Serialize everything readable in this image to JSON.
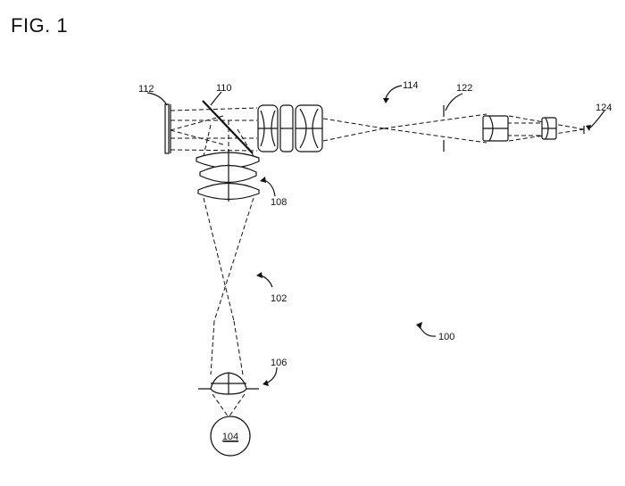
{
  "figure": {
    "title": "FIG. 1",
    "labels": {
      "system": "100",
      "imaging_path": "102",
      "object": "104",
      "lens_106": "106",
      "lens_108": "108",
      "beam_splitter": "110",
      "reflector": "112",
      "projection_path": "114",
      "stop": "122",
      "eye_point": "124"
    }
  }
}
